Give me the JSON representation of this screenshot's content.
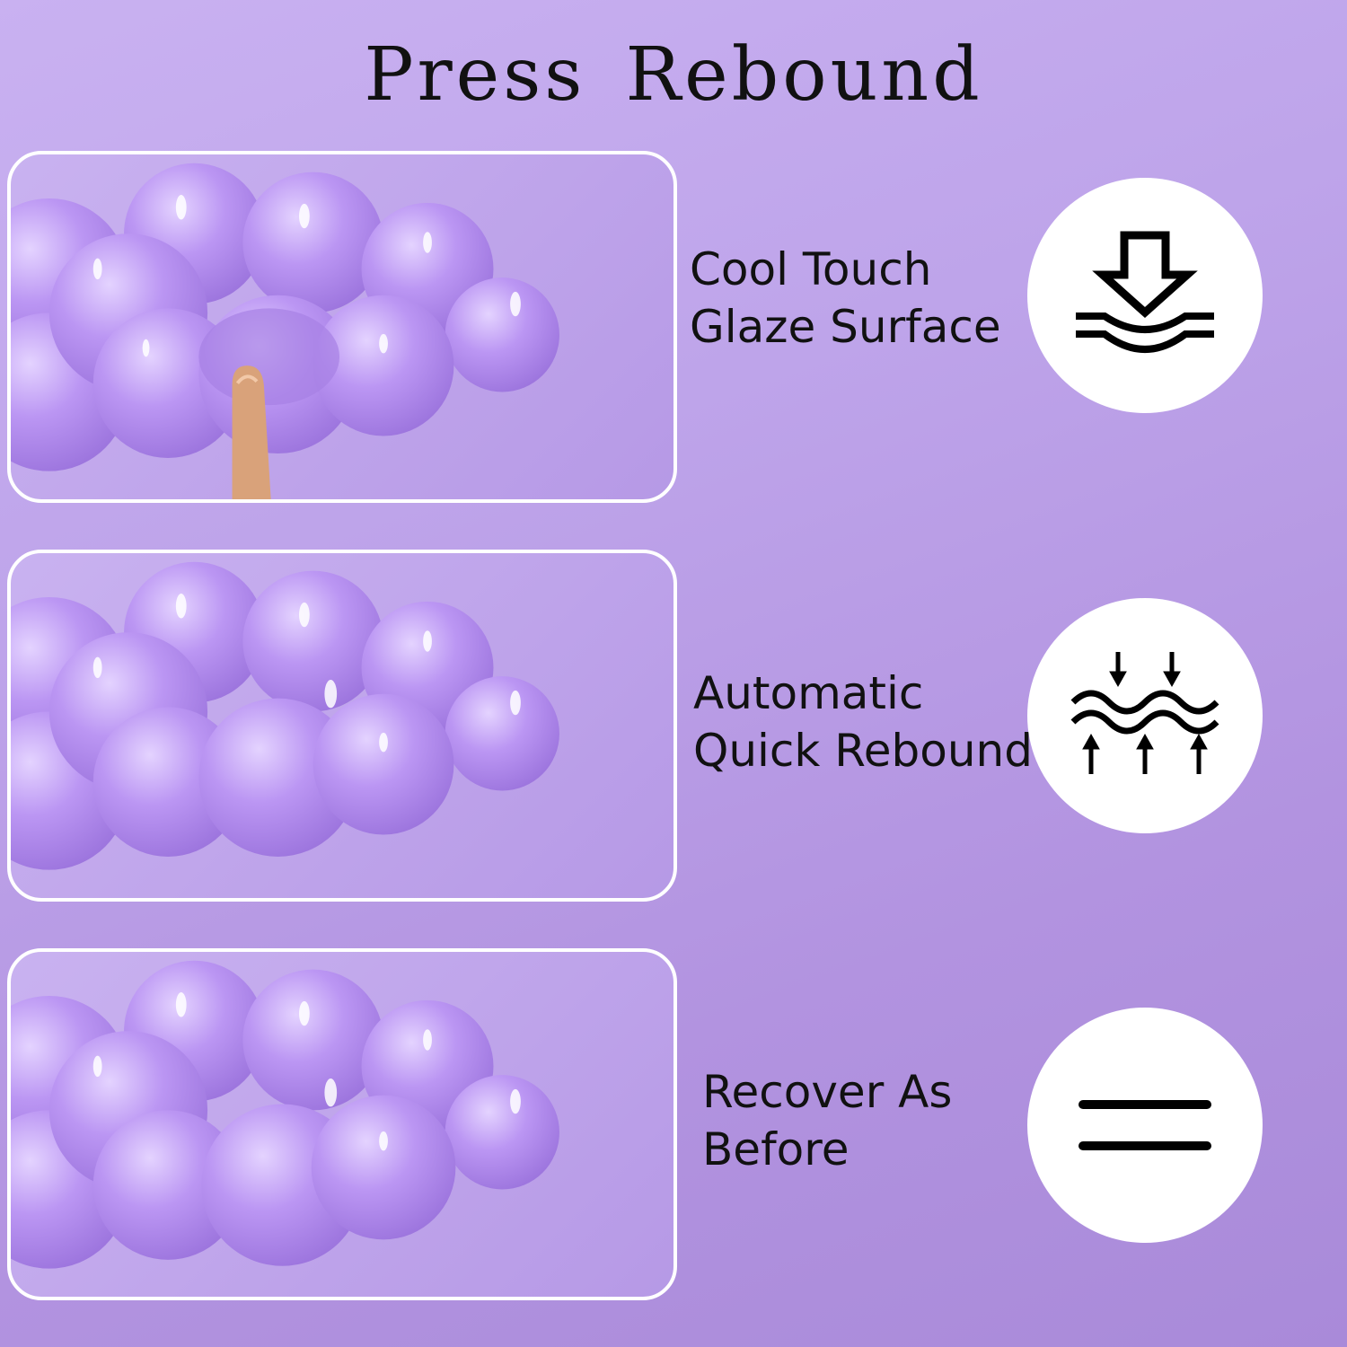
{
  "title": "Press Rebound",
  "features": [
    {
      "line1": "Cool Touch",
      "line2": "Glaze Surface",
      "icon": "press-wave-icon"
    },
    {
      "line1": "Automatic",
      "line2": "Quick Rebound",
      "icon": "rebound-wave-icon"
    },
    {
      "line1": "Recover As",
      "line2": "Before",
      "icon": "equals-icon"
    }
  ],
  "colors": {
    "background": "#bea4ea",
    "gel": "#b48ef0",
    "panel_border": "#ffffff"
  }
}
